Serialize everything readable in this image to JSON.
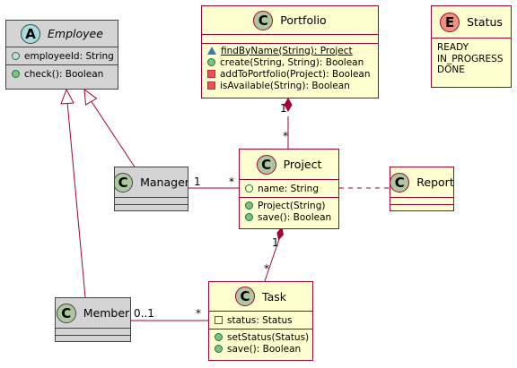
{
  "classes": {
    "employee": {
      "badge": "A",
      "name": "Employee",
      "fields": [
        "employeeId: String"
      ],
      "methods": [
        "check(): Boolean"
      ]
    },
    "portfolio": {
      "badge": "C",
      "name": "Portfolio",
      "methods": [
        "findByName(String): Project",
        "create(String, String): Boolean",
        "addToPortfolio(Project): Boolean",
        "isAvailable(String): Boolean"
      ]
    },
    "status": {
      "badge": "E",
      "name": "Status",
      "values": [
        "READY",
        "IN_PROGRESS",
        "DONE"
      ]
    },
    "manager": {
      "badge": "C",
      "name": "Manager"
    },
    "project": {
      "badge": "C",
      "name": "Project",
      "fields": [
        "name: String"
      ],
      "methods": [
        "Project(String)",
        "save(): Boolean"
      ]
    },
    "report": {
      "badge": "C",
      "name": "Report"
    },
    "member": {
      "badge": "C",
      "name": "Member"
    },
    "task": {
      "badge": "C",
      "name": "Task",
      "fields": [
        "status: Status"
      ],
      "methods": [
        "setStatus(Status)",
        "save(): Boolean"
      ]
    }
  },
  "relations": {
    "portfolio_project": {
      "source_mult": "1",
      "target_mult": "*"
    },
    "manager_project": {
      "source_mult": "1",
      "target_mult": "*"
    },
    "project_task": {
      "source_mult": "1",
      "target_mult": "*"
    },
    "member_task": {
      "source_mult": "0..1",
      "target_mult": "*"
    }
  },
  "colors": {
    "class_fill": "#fefece",
    "abstract_fill": "#d4d4d4",
    "border": "#a80036",
    "class_badge": "#adc8a0",
    "abstract_badge": "#a9dcdf",
    "enum_badge": "#eb937f"
  }
}
